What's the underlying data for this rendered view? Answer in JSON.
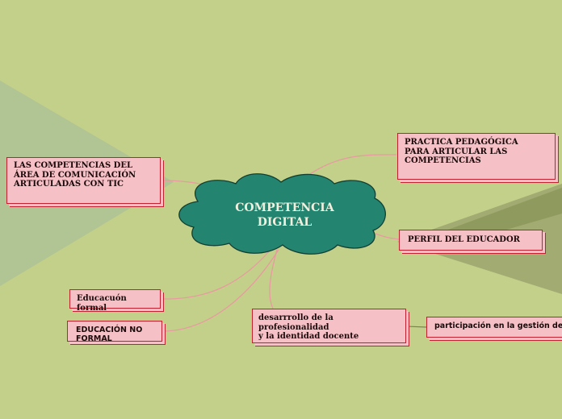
{
  "center": {
    "line1": "COMPETENCIA",
    "line2": "DIGITAL"
  },
  "nodes": {
    "left": {
      "line1": "LAS COMPETENCIAS DEL",
      "line2": "ÁREA DE COMUNICACIÓN",
      "line3": "ARTICULADAS CON TIC"
    },
    "practica": {
      "line1": "PRACTICA PEDAGÓGICA",
      "line2": "PARA ARTICULAR LAS",
      "line3": "COMPETENCIAS"
    },
    "perfil": "PERFIL  DEL EDUCADOR",
    "formal": "Educacuón formal",
    "noformal": "EDUCACIÓN  NO FORMAL",
    "desarrollo": {
      "line1": "desarrrollo de la profesionalidad",
      "line2": "y la identidad docente"
    },
    "participacion": "participación en la gestión de la escuela"
  },
  "colors": {
    "background": "#c3d08a",
    "cloud": "#23856f",
    "node_fill": "#f5c0c6",
    "node_border": "#c4202f",
    "connector": "#e89aa0"
  }
}
